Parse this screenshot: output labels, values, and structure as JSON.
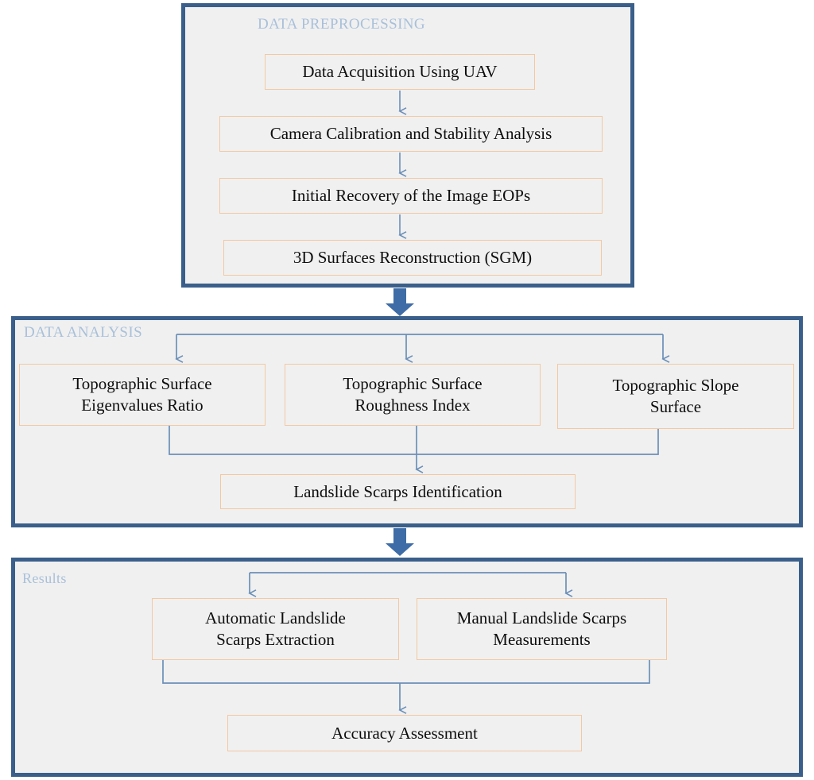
{
  "diagram": {
    "title_visible": false,
    "colors": {
      "section_border": "#3a5f8a",
      "section_fill": "#f0f0f0",
      "box_border": "#f3c8a2",
      "box_fill": "#f0f0f0",
      "connector_line": "#6b8fb8",
      "thick_arrow": "#3e6ca6",
      "section_label_text": "#a9c0da",
      "box_text": "#0d0d0d",
      "page_background": "#ffffff"
    },
    "sections": [
      {
        "id": "preprocessing",
        "label": "DATA PREPROCESSING",
        "nodes": [
          {
            "id": "acq",
            "label": "Data Acquisition  Using  UAV"
          },
          {
            "id": "cal",
            "label": "Camera Calibration  and Stability  Analysis"
          },
          {
            "id": "eop",
            "label": "Initial  Recovery  of the Image  EOPs"
          },
          {
            "id": "sgm",
            "label": "3D Surfaces  Reconstruction  (SGM)"
          }
        ],
        "flow": [
          "acq -> cal",
          "cal -> eop",
          "eop -> sgm"
        ]
      },
      {
        "id": "analysis",
        "label": "DATA ANALYSIS",
        "nodes": [
          {
            "id": "eig",
            "line1": "Topographic  Surface",
            "line2": "Eigenvalues  Ratio"
          },
          {
            "id": "rough",
            "line1": "Topographic  Surface",
            "line2": "Roughness  Index"
          },
          {
            "id": "slope",
            "line1": "Topographic  Slope",
            "line2": "Surface"
          },
          {
            "id": "ident",
            "label": "Landslide  Scarps Identification"
          }
        ],
        "flow": [
          "split -> eig",
          "split -> rough",
          "split -> slope",
          "eig -> ident",
          "rough -> ident",
          "slope -> ident"
        ]
      },
      {
        "id": "results",
        "label": "Results",
        "nodes": [
          {
            "id": "auto",
            "line1": "Automatic  Landslide",
            "line2": "Scarps Extraction"
          },
          {
            "id": "man",
            "line1": "Manual Landslide  Scarps",
            "line2": "Measurements"
          },
          {
            "id": "acc",
            "label": "Accuracy  Assessment"
          }
        ],
        "flow": [
          "split -> auto",
          "split -> man",
          "auto -> acc",
          "man -> acc"
        ]
      }
    ],
    "section_links": [
      {
        "from": "preprocessing",
        "to": "analysis",
        "style": "thick-down-arrow"
      },
      {
        "from": "analysis",
        "to": "results",
        "style": "thick-down-arrow"
      }
    ]
  }
}
